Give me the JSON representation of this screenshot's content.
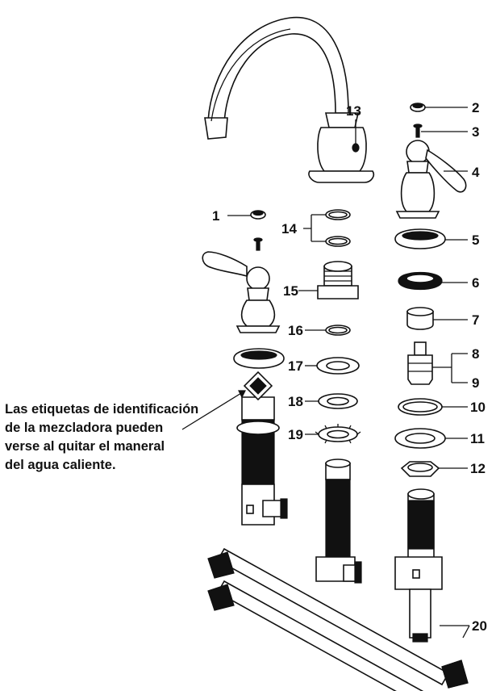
{
  "callouts": {
    "n1": "1",
    "n2": "2",
    "n3": "3",
    "n4": "4",
    "n5": "5",
    "n6": "6",
    "n7": "7",
    "n8": "8",
    "n9": "9",
    "n10": "10",
    "n11": "11",
    "n12": "12",
    "n13": "13",
    "n14": "14",
    "n15": "15",
    "n16": "16",
    "n17": "17",
    "n18": "18",
    "n19": "19",
    "n20": "20"
  },
  "note": {
    "line1": "Las etiquetas de identificación",
    "line2": "de la mezcladora pueden",
    "line3": "verse al quitar el maneral",
    "line4": "del agua caliente."
  }
}
